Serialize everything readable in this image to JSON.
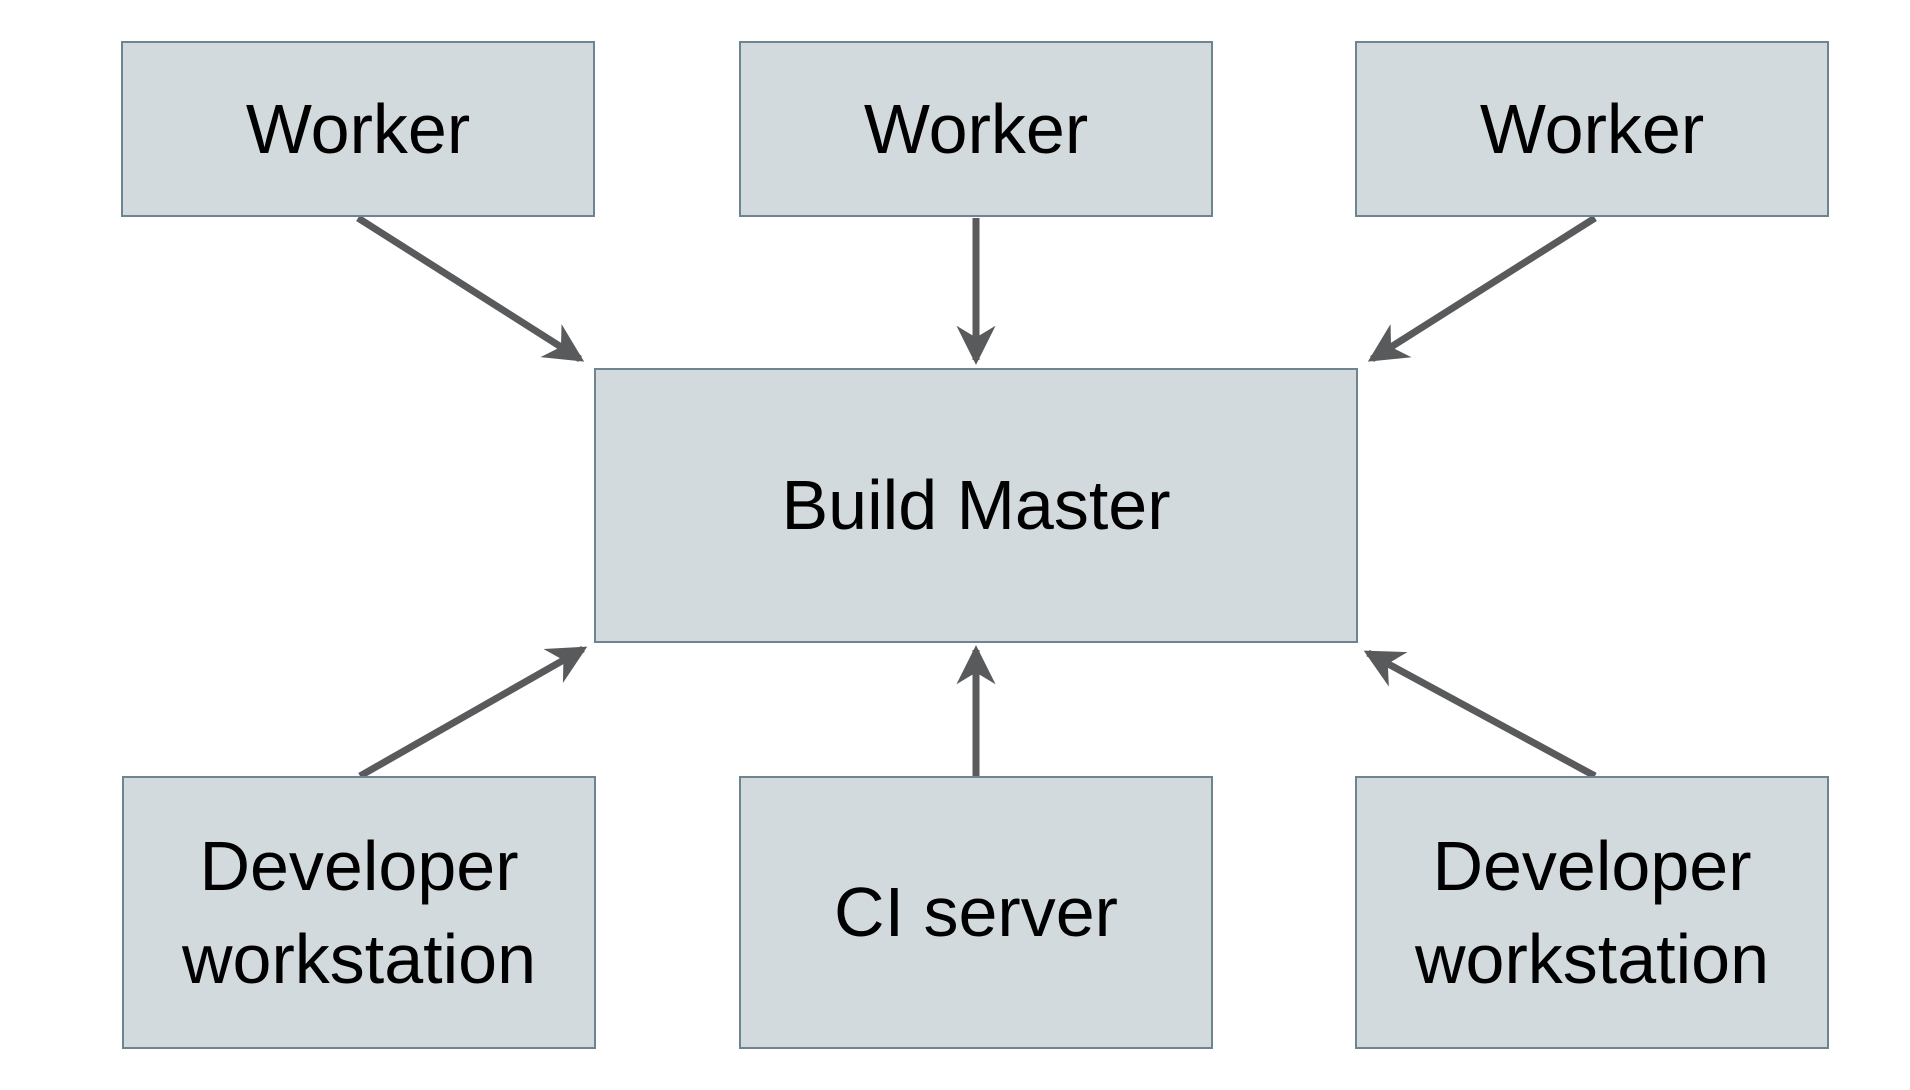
{
  "diagram": {
    "nodes": {
      "worker_1": {
        "label": "Worker"
      },
      "worker_2": {
        "label": "Worker"
      },
      "worker_3": {
        "label": "Worker"
      },
      "build_master": {
        "label": "Build Master"
      },
      "developer_workstation_1": {
        "label": "Developer workstation"
      },
      "ci_server": {
        "label": "CI server"
      },
      "developer_workstation_2": {
        "label": "Developer workstation"
      }
    },
    "edges": [
      {
        "from": "worker_1",
        "to": "build_master",
        "direction": "down-right"
      },
      {
        "from": "worker_2",
        "to": "build_master",
        "direction": "down"
      },
      {
        "from": "worker_3",
        "to": "build_master",
        "direction": "down-left"
      },
      {
        "from": "developer_workstation_1",
        "to": "build_master",
        "direction": "up-right"
      },
      {
        "from": "ci_server",
        "to": "build_master",
        "direction": "up"
      },
      {
        "from": "developer_workstation_2",
        "to": "build_master",
        "direction": "up-left"
      }
    ],
    "colors": {
      "background": "#ffffff",
      "node_fill": "#d2dadd",
      "node_border": "#6d8493",
      "arrow": "#595a5c",
      "text": "#000000"
    }
  }
}
